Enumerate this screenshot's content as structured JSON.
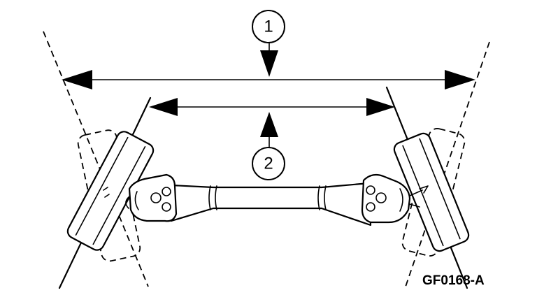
{
  "callouts": [
    {
      "number": "1",
      "meaning": ""
    },
    {
      "number": "2",
      "meaning": ""
    }
  ],
  "figure_id": "GF0168-A",
  "colors": {
    "line": "#000000",
    "background": "#ffffff"
  }
}
